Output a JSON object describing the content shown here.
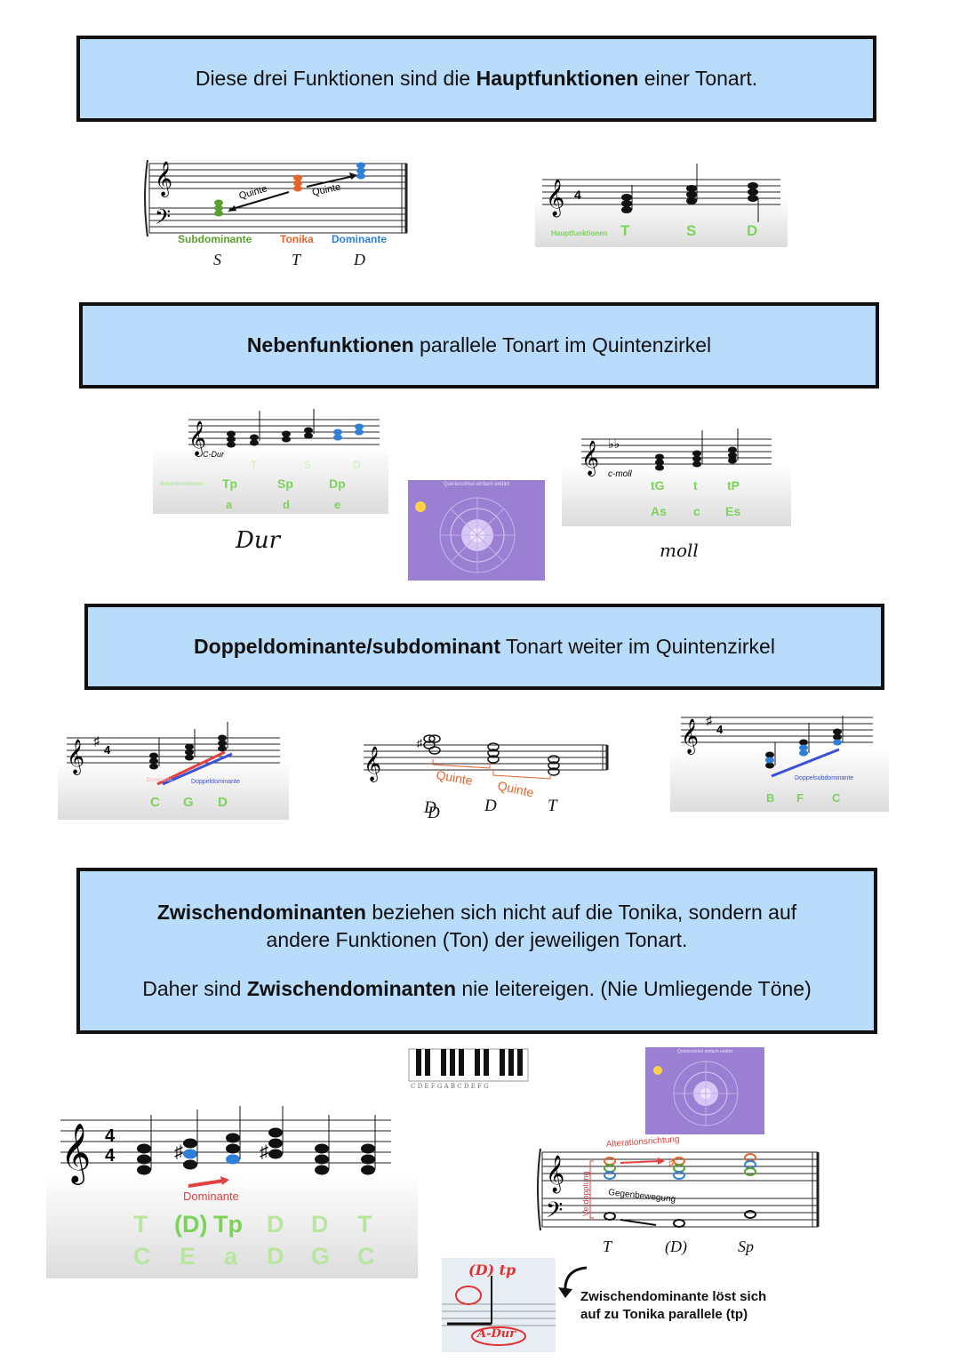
{
  "box1": {
    "pre": "Diese drei Funktionen sind die ",
    "bold": "Hauptfunktionen",
    "post": " einer Tonart."
  },
  "box2": {
    "bold": "Nebenfunktionen",
    "post": " parallele Tonart im Quintenzirkel"
  },
  "box3": {
    "bold": "Doppeldominante/subdominant",
    "post": " Tonart weiter im Quintenzirkel"
  },
  "box4": {
    "line1_bold": "Zwischendominanten",
    "line1_post": " beziehen sich nicht auf die Tonika, sondern auf",
    "line2": "andere Funktionen (Ton) der jeweiligen Tonart.",
    "line3_pre": "Daher sind ",
    "line3_bold": "Zwischendominanten",
    "line3_post": " nie leitereigen. (Nie Umliegende Töne)"
  },
  "fig1": {
    "quinte1": "Quinte",
    "quinte2": "Quinte",
    "names": [
      "Subdominante",
      "Tonika",
      "Dominante"
    ],
    "letters": [
      "S",
      "T",
      "D"
    ],
    "colors": {
      "sub": "#5aa02c",
      "ton": "#e8632a",
      "dom": "#2f7fd8"
    }
  },
  "fig2": {
    "caption": "Hauptfunktionen",
    "labels": [
      "T",
      "S",
      "D"
    ],
    "green": "#7dd35a"
  },
  "fig3": {
    "key": "C-Dur",
    "labels": [
      "Tp",
      "Sp",
      "Dp"
    ],
    "notes": [
      "a",
      "d",
      "e"
    ],
    "faded": [
      "T",
      "S",
      "D"
    ],
    "caption": "Nebenfunktionen",
    "hand": "Dur"
  },
  "fig4": {
    "title": "Quintenzirkel einfach erklärt"
  },
  "fig5": {
    "key": "c-moll",
    "labels": [
      "tG",
      "t",
      "tP"
    ],
    "notes": [
      "As",
      "c",
      "Es"
    ],
    "hand": "moll"
  },
  "fig6": {
    "labels": [
      "C",
      "G",
      "D"
    ],
    "caption": "Doppeldominante",
    "faded": "Dominante"
  },
  "fig7": {
    "q1": "Quinte",
    "q2": "Quinte",
    "letters": [
      "D",
      "D",
      "T"
    ]
  },
  "fig8": {
    "labels": [
      "B",
      "F",
      "C"
    ],
    "caption": "Doppelsubdominante"
  },
  "fig9": {
    "keys": "C D E F G A B C D E F G"
  },
  "fig10": {
    "title": "Quintenzirkel einfach erklärt"
  },
  "fig11": {
    "functions": [
      "T",
      "(D)",
      "Tp",
      "D",
      "D",
      "T"
    ],
    "notes": [
      "C",
      "E",
      "a",
      "D",
      "G",
      "C"
    ],
    "arrow_label": "Dominante"
  },
  "fig12": {
    "alt": "Alterationsrichtung",
    "verd": "Verdopplung",
    "gegen": "Gegenbewegung",
    "letters": [
      "T",
      "(D)",
      "Sp"
    ]
  },
  "fig13": {
    "top": "(D) tp",
    "bottom": "A-Dur"
  },
  "note": {
    "line1": "Zwischendominante löst sich",
    "line2": "auf zu Tonika parallele (tp)"
  }
}
